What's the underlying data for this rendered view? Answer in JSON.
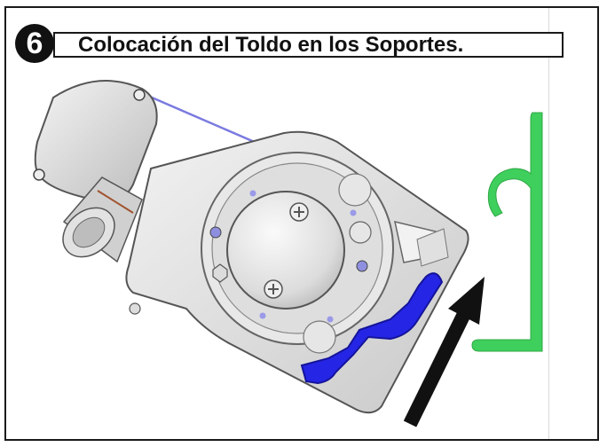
{
  "step": {
    "number": "6",
    "title": "Colocación del Toldo en los Soportes."
  },
  "colors": {
    "frame": "#1a1a1a",
    "badge": "#111111",
    "mechanism_body": "#d9d9d9",
    "highlight_part": "#2525e6",
    "bracket": "#3fcf5c",
    "arrow": "#111111",
    "cable": "#7a7ae0"
  },
  "icons": [
    "assembly-bracket-illustration",
    "up-right-arrow-icon",
    "wall-bracket-icon"
  ]
}
